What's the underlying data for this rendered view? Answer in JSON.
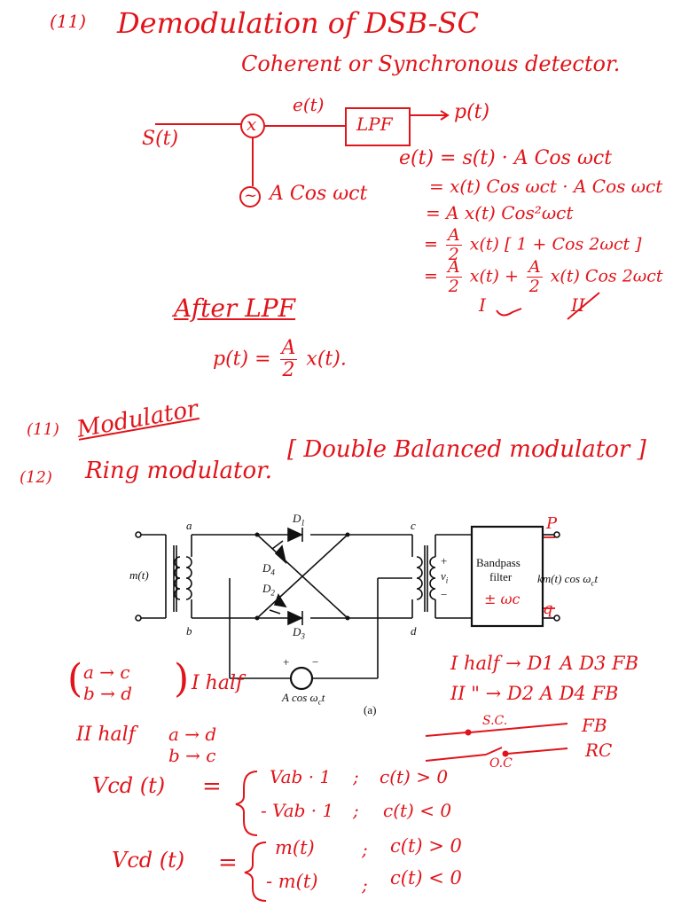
{
  "header": {
    "item_marker": "(11)",
    "title": "Demodulation of DSB-SC",
    "subtitle": "Coherent or Synchronous detector."
  },
  "block_diagram": {
    "input": "S(t)",
    "mixer": "x",
    "mixer_output": "e(t)",
    "filter": "LPF",
    "output": "p(t)",
    "oscillator": "~",
    "carrier": "A Cos ωct"
  },
  "derivation": {
    "line1": "e(t) = s(t) · A Cos ωct",
    "line2": "= x(t) Cos ωct · A Cos ωct",
    "line3": "= A x(t) Cos²ωct",
    "line4": {
      "eq": "=",
      "num": "A",
      "den": "2",
      "rest": "x(t) [ 1 + Cos 2ωct ]"
    },
    "line5": {
      "eq": "=",
      "num1": "A",
      "den1": "2",
      "mid": "x(t) +",
      "num2": "A",
      "den2": "2",
      "rest": "x(t) Cos 2ωct"
    },
    "mark_I": "I",
    "mark_II": "II"
  },
  "after_lpf": {
    "heading": "After LPF",
    "lhs": "p(t) =",
    "num": "A",
    "den": "2",
    "rhs": "x(t)."
  },
  "modulator": {
    "marker": "(11)",
    "heading": "Modulator"
  },
  "ring": {
    "marker": "(12)",
    "heading": "Ring modulator.",
    "bracket": "[ Double Balanced modulator ]"
  },
  "circuit": {
    "node_a": "a",
    "node_b": "b",
    "node_c": "c",
    "node_d": "d",
    "d1": "D",
    "d1_sub": "1",
    "d2": "D",
    "d2_sub": "2",
    "d3": "D",
    "d3_sub": "3",
    "d4": "D",
    "d4_sub": "4",
    "input": "m(t)",
    "plus": "+",
    "minus": "−",
    "vi": "v",
    "vi_sub": "i",
    "filter_line1": "Bandpass",
    "filter_line2": "filter",
    "filter_hw": "± ωc",
    "out": "km(t) cos ω",
    "out_sub": "c",
    "out_end": "t",
    "out_p": "P",
    "out_q": "q",
    "src_plus": "+",
    "src_minus": "−",
    "carrier": "A cos ω",
    "carrier_sub": "c",
    "carrier_end": "t",
    "caption": "(a)"
  },
  "notes": {
    "first_half_top": "a → c",
    "first_half_bot": "b → d",
    "first_half_label": "I half",
    "second_half_label": "II half",
    "second_half_top": "a → d",
    "second_half_bot": "b → c",
    "right_I": "I half → D1 A D3 FB",
    "right_II": "II   \"   → D2 A D4 FB",
    "switch_sc": "S.C.",
    "switch_oc": "O.C",
    "switch_fb": "FB",
    "switch_rc": "RC"
  },
  "vcd1": {
    "lhs": "Vcd (t)",
    "eq": "=",
    "case1": "Vab · 1",
    "sep1": ";",
    "cond1": "c(t) > 0",
    "case2": "- Vab · 1",
    "sep2": ";",
    "cond2": "c(t) < 0"
  },
  "vcd2": {
    "lhs": "Vcd (t)",
    "eq": "=",
    "case1": "m(t)",
    "sep1": ";",
    "cond1": "c(t) > 0",
    "case2": "- m(t)",
    "sep2": ";",
    "cond2": "c(t) < 0"
  }
}
